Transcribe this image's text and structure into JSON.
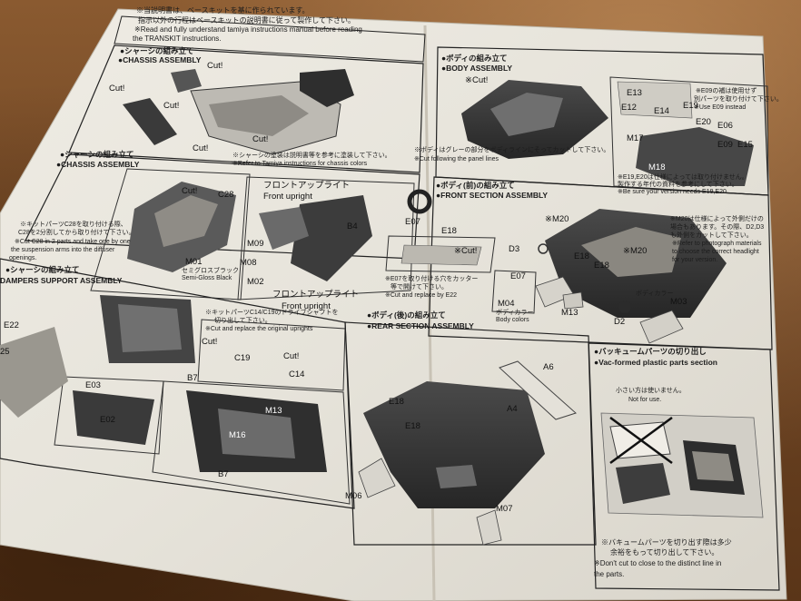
{
  "notice": {
    "jp": "※当説明書は、ベースキットを基に作られています。",
    "jp2": "指示以外の行程はベースキットの説明書に従って製作して下さい。",
    "en1": "※Read and fully understand tamiya instructions manual before reading",
    "en2": "the TRANSKIT instructions."
  },
  "chassis_top": {
    "jp": "●シャーシの組み立て",
    "en": "●CHASSIS ASSEMBLY",
    "cut1": "Cut!",
    "cut2": "Cut!",
    "cut3": "Cut!",
    "cut4": "Cut!",
    "cut5": "Cut!"
  },
  "chassis": {
    "jp": "●シャーシの組み立て",
    "en": "●CHASSIS ASSEMBLY",
    "note_jp": "※シャーシの塗装は説明書等を参考に塗装して下さい。",
    "note_en": "※Refer to Tamiya instructions for chassis colors",
    "side_jp1": "※キットパーツC28を取り付ける際、",
    "side_jp2": "C28を2分割してから取り付けて下さい。",
    "side_en1": "※Cut C28 in 2 parts and take one by one",
    "side_en2": "the suspension arms into the diffuser",
    "side_en3": "openings.",
    "cut": "Cut!",
    "c28": "C28",
    "m01": "M01",
    "m01_jp": "セミグロスブラック",
    "m01_en": "Semi-Gloss Black",
    "front_jp": "フロントアップライト",
    "front_en": "Front upright",
    "m09": "M09",
    "m08": "M08",
    "m02": "M02",
    "b4": "B4",
    "front_jp2": "フロントアップライト",
    "front_en2": "Front upright"
  },
  "dampers": {
    "jp": "●シャーシの組み立て",
    "en": "DAMPERS SUPPORT ASSEMBLY",
    "e22": "E22",
    "e25": "25"
  },
  "shaft": {
    "jp1": "※キットパーツC14/C19のドライブシャフトを",
    "jp2": "切り出して下さい。",
    "en": "※Cut and replace the original uprights",
    "cut1": "Cut!",
    "c19": "C19",
    "cut2": "Cut!",
    "c14": "C14"
  },
  "rear_chassis": {
    "e03": "E03",
    "e02": "E02",
    "b7": "B7",
    "m13": "M13",
    "m16": "M16",
    "b7b": "B7"
  },
  "body": {
    "jp": "●ボディの組み立て",
    "en": "●BODY ASSEMBLY",
    "cut": "※Cut!",
    "note_jp": "※ボディはグレーの部分をボディラインにそってカットして下さい。",
    "note_en": "※Cut following the panel lines",
    "e13": "E13",
    "e12": "E12",
    "e14": "E14",
    "e19": "E19",
    "e20": "E20",
    "e06": "E06",
    "m17": "M17",
    "m18": "M18",
    "e09": "E09",
    "e15": "E15",
    "inset_jp": "※E09の補は使用せず",
    "inset_jp2": "別パーツを取り付けて下さい。",
    "inset_en": "※Use E09 instead",
    "low_jp": "※E19,E20は仕様によっては取り付けません。",
    "low_jp2": "製作する年代の資料を参考にして下さい。",
    "low_en": "※Be sure your version needs E19,E20"
  },
  "front": {
    "jp": "●ボディ(前)の組み立て",
    "en": "●FRONT SECTION ASSEMBLY",
    "e07": "E07",
    "e18": "E18",
    "m20": "※M20",
    "m20b": "※M20",
    "cut": "※Cut!",
    "d3": "D3",
    "e18b": "E18",
    "e18c": "E18",
    "e07b": "E07",
    "m04": "M04",
    "m04_jp": "ボディカラー",
    "m04_en": "Body colors",
    "m13": "M13",
    "d2": "D2",
    "m03": "M03",
    "hl_jp1": "※M20は仕様によって外側だけの",
    "hl_jp2": "場合もあります。その際、D2,D3",
    "hl_jp3": "も外側をカットして下さい。",
    "hl_en1": "※Refer to photograph materials",
    "hl_en2": "to choose the correct headlight",
    "hl_en3": "for your version.",
    "e07_jp1": "※E07を取り付ける穴をカッター",
    "e07_jp2": "等で開けて下さい。",
    "e07_en": "※Cut and replace by E22",
    "m03_jp": "ボディカラー"
  },
  "rear": {
    "jp": "●ボディ(後)の組み立て",
    "en": "●REAR SECTION ASSEMBLY",
    "a6": "A6",
    "a4": "A4",
    "e18": "E18",
    "e18b": "E18",
    "m06": "M06",
    "m07": "M07"
  },
  "vac": {
    "jp": "●バッキュームパーツの切り出し",
    "en": "●Vac-formed plastic parts section",
    "notuse_jp": "小さい方は使いません。",
    "notuse_en": "Not for use.",
    "bot_jp1": "※バキュームパーツを切り出す際は多少",
    "bot_jp2": "余裕をもって切り出して下さい。",
    "bot_en1": "※Don't cut to close to the distinct line in",
    "bot_en2": "the parts."
  },
  "colors": {
    "paper": "#e9e6de",
    "ink": "#1a1a1a",
    "wood": "#6d4423",
    "part": "#3a3a3a"
  }
}
